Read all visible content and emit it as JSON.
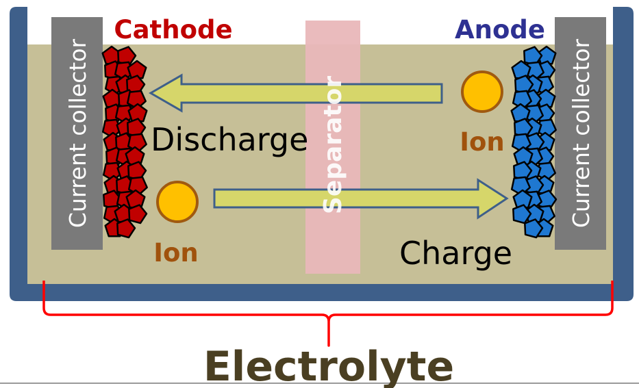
{
  "labels": {
    "cathode": "Cathode",
    "anode": "Anode",
    "collector_left": "Current collector",
    "collector_right": "Current collector",
    "separator": "Separator",
    "discharge": "Discharge",
    "charge": "Charge",
    "ion_left": "Ion",
    "ion_right": "Ion",
    "electrolyte": "Electrolyte"
  },
  "colors": {
    "container_border": "#3e5f8a",
    "electrolyte_fill": "#c6bf97",
    "collector": "#7a7a7a",
    "separator": "#e9b7b9",
    "cathode_red": "#c00000",
    "anode_blue": "#1f78d1",
    "ion_fill": "#ffc000",
    "ion_stroke": "#a05a10",
    "arrow_fill": "#d6d66a",
    "arrow_stroke": "#3e5f8a",
    "brace": "#ff0000",
    "cathode_text": "#c00000",
    "anode_text": "#2e3192",
    "ion_text": "#a0520d",
    "electrolyte_text": "#4a3f22"
  }
}
